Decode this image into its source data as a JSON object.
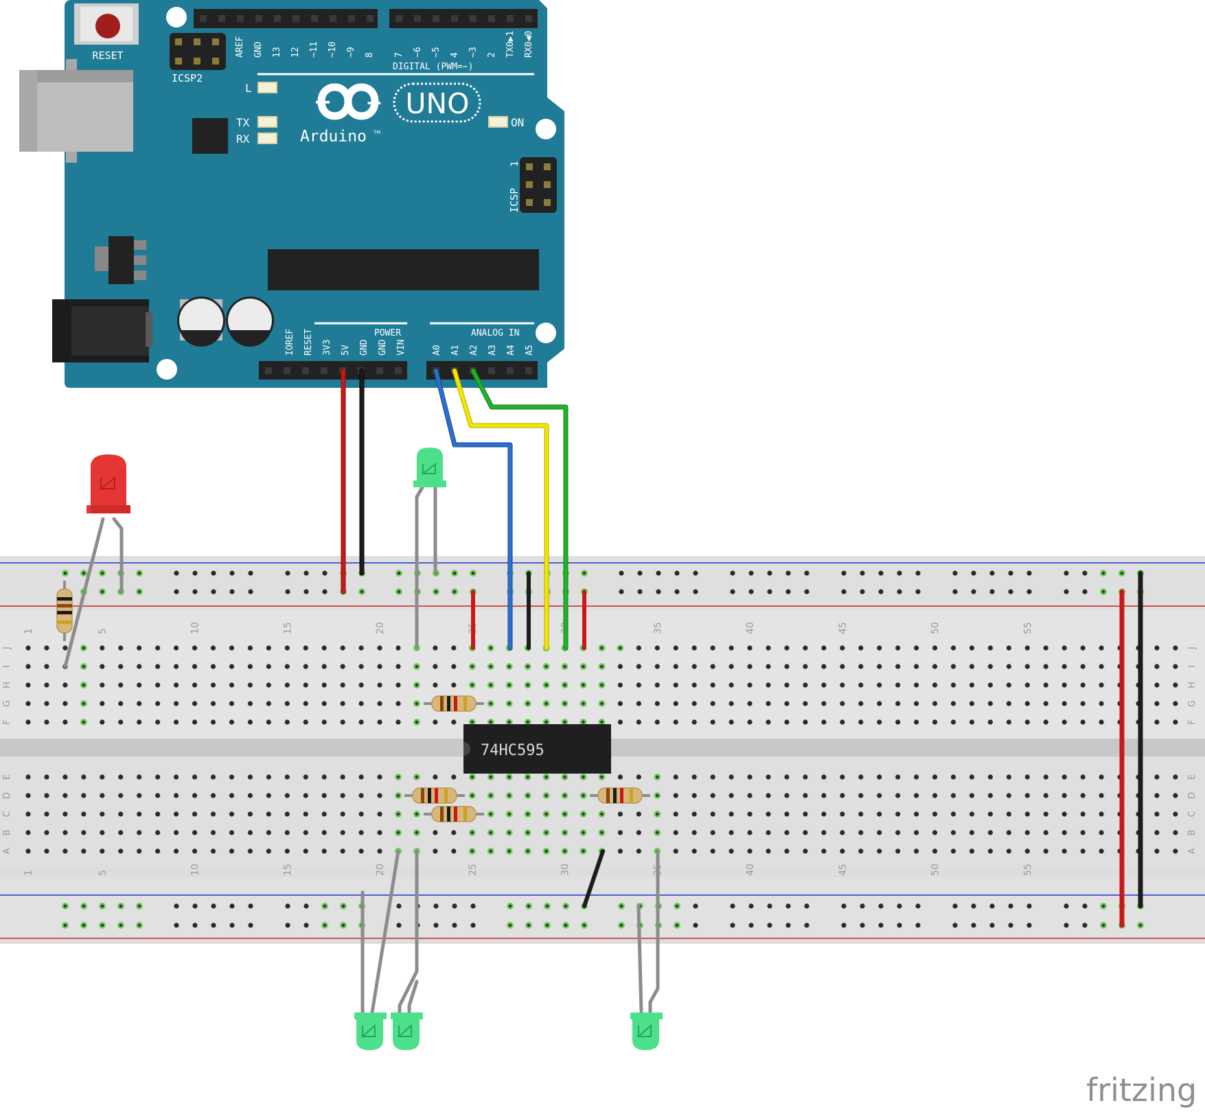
{
  "arduino": {
    "reset_label": "RESET",
    "icsp2_label": "ICSP2",
    "icsp_label": "ICSP",
    "icsp_pin1": "1",
    "digital_header_label": "DIGITAL (PWM=~)",
    "digital_pins_left": [
      "AREF",
      "GND",
      "13",
      "12",
      "~11",
      "~10",
      "~9",
      "8"
    ],
    "digital_pins_right": [
      "7",
      "~6",
      "~5",
      "4",
      "~3",
      "2",
      "TX0▶1",
      "RX0◀0"
    ],
    "led_l": "L",
    "led_tx": "TX",
    "led_rx": "RX",
    "led_on": "ON",
    "brand": "Arduino",
    "tm": "TM",
    "model": "UNO",
    "logo_minus": "−",
    "logo_plus": "+",
    "power_label": "POWER",
    "power_pins": [
      "IOREF",
      "RESET",
      "3V3",
      "5V",
      "GND",
      "GND",
      "VIN"
    ],
    "analog_label": "ANALOG IN",
    "analog_pins": [
      "A0",
      "A1",
      "A2",
      "A3",
      "A4",
      "A5"
    ]
  },
  "breadboard": {
    "column_numbers": [
      "1",
      "5",
      "10",
      "15",
      "20",
      "25",
      "30",
      "35",
      "40",
      "45",
      "50",
      "55"
    ],
    "row_letters_top": [
      "J",
      "I",
      "H",
      "G",
      "F"
    ],
    "row_letters_bottom": [
      "E",
      "D",
      "C",
      "B",
      "A"
    ]
  },
  "chip": {
    "label": "74HC595"
  },
  "watermark": "fritzing",
  "colors": {
    "board": "#1f7b96",
    "led_red": "#e53535",
    "led_green": "#4de08a",
    "wire_red": "#c81818",
    "wire_black": "#1c1c1c",
    "wire_blue": "#2a6fd1",
    "wire_yellow": "#f2e600",
    "wire_green": "#1fb32a",
    "hole_active": "#6fd05a"
  }
}
